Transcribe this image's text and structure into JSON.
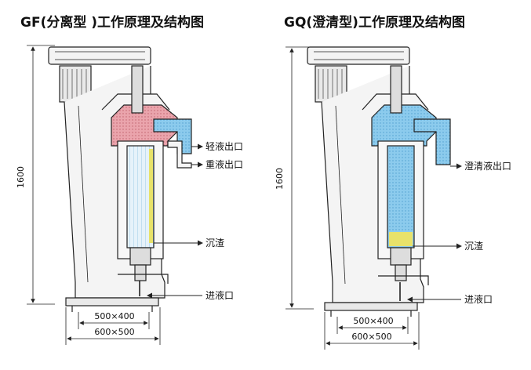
{
  "titles": {
    "left": "GF(分离型 )工作原理及结构图",
    "right": "GQ(澄清型)工作原理及结构图"
  },
  "left_diagram": {
    "height_dim": "1600",
    "labels": {
      "light_outlet": "轻液出口",
      "heavy_outlet": "重液出口",
      "sediment": "沉渣",
      "inlet": "进液口"
    },
    "base_dims": {
      "inner": "500×400",
      "outer": "600×500"
    }
  },
  "right_diagram": {
    "height_dim": "1600",
    "labels": {
      "clear_outlet": "澄清液出口",
      "sediment": "沉渣",
      "inlet": "进液口"
    },
    "base_dims": {
      "inner": "500×400",
      "outer": "600×500"
    }
  },
  "colors": {
    "light_liquid": "#7fc4ea",
    "heavy_liquid": "#e8a0a8",
    "sediment": "#e8e26a",
    "line": "#222222",
    "machine_fill": "#f4f4f4"
  }
}
